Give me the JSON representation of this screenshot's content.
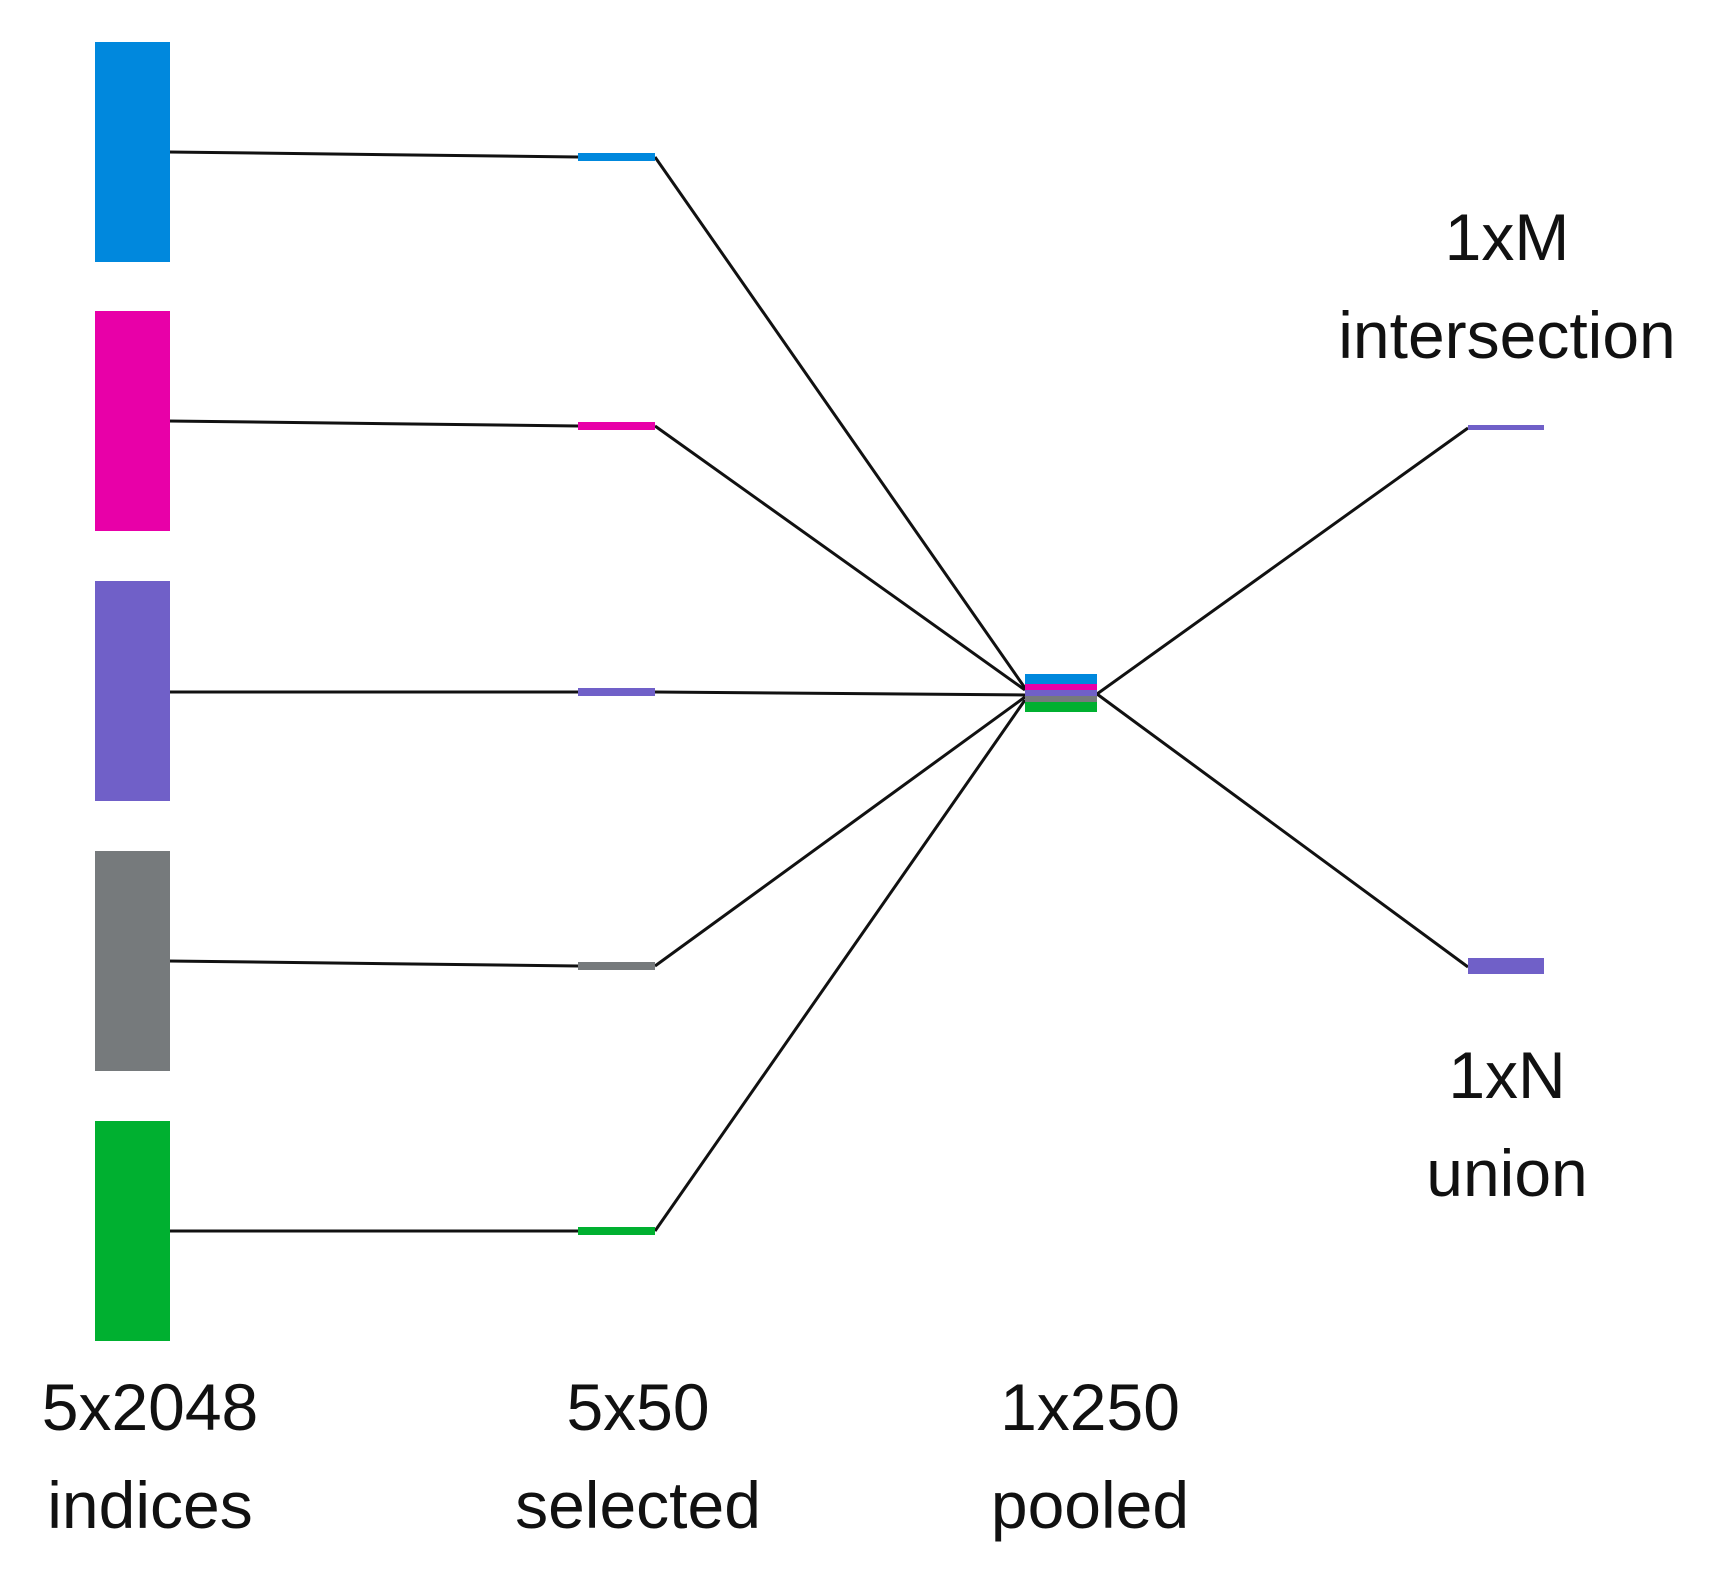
{
  "colors": {
    "blue": "#0088dd",
    "magenta": "#e800a8",
    "purple": "#7060c8",
    "gray": "#767a7c",
    "green": "#00b030",
    "line": "#111111",
    "text": "#111111"
  },
  "labels": {
    "indices_dim": "5x2048",
    "indices_name": "indices",
    "selected_dim": "5x50",
    "selected_name": "selected",
    "pooled_dim": "1x250",
    "pooled_name": "pooled",
    "intersection_dim": "1xM",
    "intersection_name": "intersection",
    "union_dim": "1xN",
    "union_name": "union"
  }
}
